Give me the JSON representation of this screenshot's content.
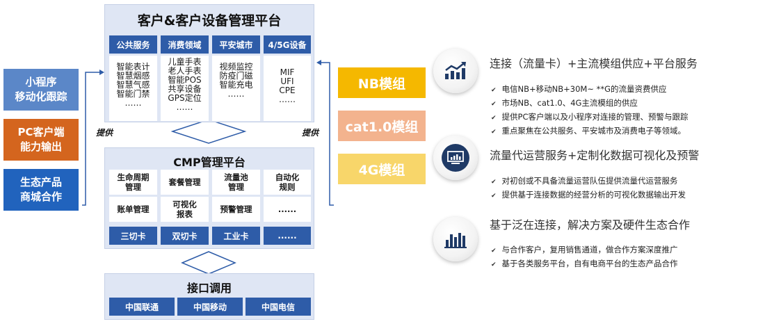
{
  "left_labels": [
    {
      "line1": "小程序",
      "line2": "移动化跟踪",
      "color": "#5b87c8"
    },
    {
      "line1": "PC客户端",
      "line2": "能力输出",
      "color": "#d4651e"
    },
    {
      "line1": "生态产品",
      "line2": "商城合作",
      "color": "#2163bd"
    }
  ],
  "platform": {
    "title": "客户&客户设备管理平台",
    "categories": [
      {
        "header": "公共服务",
        "items": [
          "智能表计",
          "智慧烟感",
          "智慧气感",
          "智能门禁",
          "……"
        ]
      },
      {
        "header": "消费领域",
        "items": [
          "儿童手表",
          "老人手表",
          "智能POS",
          "共享设备",
          "GPS定位",
          "……"
        ]
      },
      {
        "header": "平安城市",
        "items": [
          "视频监控",
          "防疫门磁",
          "智能充电",
          "……"
        ]
      },
      {
        "header": "4/5G设备",
        "items": [
          "MIF",
          "UFI",
          "CPE",
          "……"
        ]
      }
    ]
  },
  "provide_label_left": "提供",
  "provide_label_right": "提供",
  "cmp": {
    "title": "CMP管理平台",
    "row1": [
      "生命周期管理",
      "套餐管理",
      "流量池管理",
      "自动化规则"
    ],
    "row2": [
      "账单管理",
      "可视化报表",
      "预警管理",
      "......"
    ],
    "cards": [
      "三切卡",
      "双切卡",
      "工业卡",
      "......"
    ]
  },
  "interface": {
    "title": "接口调用",
    "operators": [
      "中国联通",
      "中国移动",
      "中国电信"
    ]
  },
  "modules": [
    {
      "label": "NB模组",
      "color": "#f5b800"
    },
    {
      "label": "cat1.0模组",
      "color": "#f3b38e"
    },
    {
      "label": "4G模组",
      "color": "#f8d66a"
    }
  ],
  "services": [
    {
      "icon": "trend-chart-icon",
      "title": "连接（流量卡）+主流模组供应+平台服务",
      "bullets": [
        "电信NB+移动NB+30M~ **G的流量资费供应",
        "市场NB、cat1.0、4G主流模组的供应",
        "提供PC客户端以及小程序对连接的管理、预警与跟踪",
        "重点聚焦在公共服务、平安城市及消费电子等领域。"
      ]
    },
    {
      "icon": "monitor-chart-icon",
      "title": "流量代运营服务+定制化数据可视化及预警",
      "bullets": [
        "对初创或不具备流量运营队伍提供流量代运营服务",
        "提供基于连接数据的经营分析的可视化数据输出开发"
      ]
    },
    {
      "icon": "bar-chart-icon",
      "title": "基于泛在连接，解决方案及硬件生态合作",
      "bullets": [
        "与合作客户，复用销售通道，做合作方案深度推广",
        "基于各类服务平台，自有电商平台的生态产品合作"
      ]
    }
  ],
  "colors": {
    "primary_blue": "#2e5ca8",
    "panel_bg": "#dfe6f4",
    "icon_dark": "#1f3a66"
  }
}
